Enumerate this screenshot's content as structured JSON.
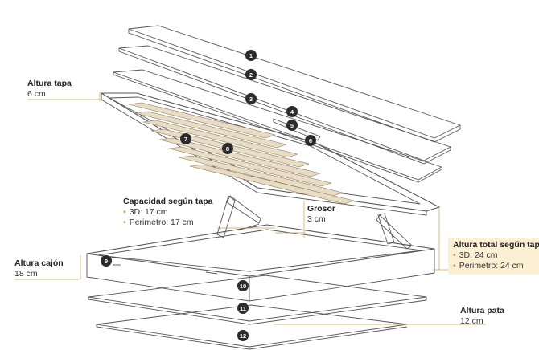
{
  "labels": {
    "altura_tapa": {
      "title": "Altura tapa",
      "value": "6 cm"
    },
    "capacidad": {
      "title": "Capacidad según tapa",
      "items": [
        "3D: 17 cm",
        "Perimetro: 17 cm"
      ]
    },
    "grosor": {
      "title": "Grosor",
      "value": "3 cm"
    },
    "altura_total": {
      "title": "Altura total según tapa",
      "items": [
        "3D: 24 cm",
        "Perimetro: 24 cm"
      ]
    },
    "altura_cajon": {
      "title": "Altura cajón",
      "value": "18 cm"
    },
    "altura_pata": {
      "title": "Altura pata",
      "value": "12 cm"
    }
  },
  "parts": [
    "1",
    "2",
    "3",
    "4",
    "5",
    "6",
    "7",
    "8",
    "9",
    "10",
    "11",
    "12"
  ],
  "colors": {
    "accent": "#c9a24a",
    "line": "#555555",
    "highlight": "#fbf0d4",
    "slat": "#e8dcc4"
  }
}
